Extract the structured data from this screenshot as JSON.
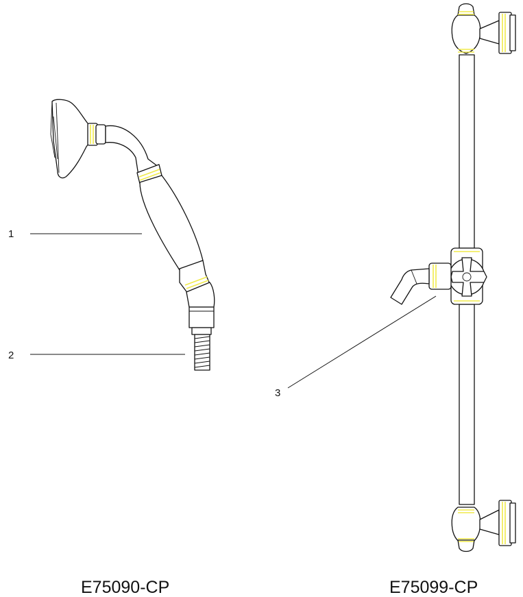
{
  "callouts": [
    {
      "number": "1"
    },
    {
      "number": "2"
    },
    {
      "number": "3"
    }
  ],
  "models": {
    "hand_shower": "E75090-CP",
    "slide_bar": "E75099-CP"
  },
  "colors": {
    "line": "#111111",
    "accent": "#f0ea4a",
    "background": "#ffffff"
  }
}
